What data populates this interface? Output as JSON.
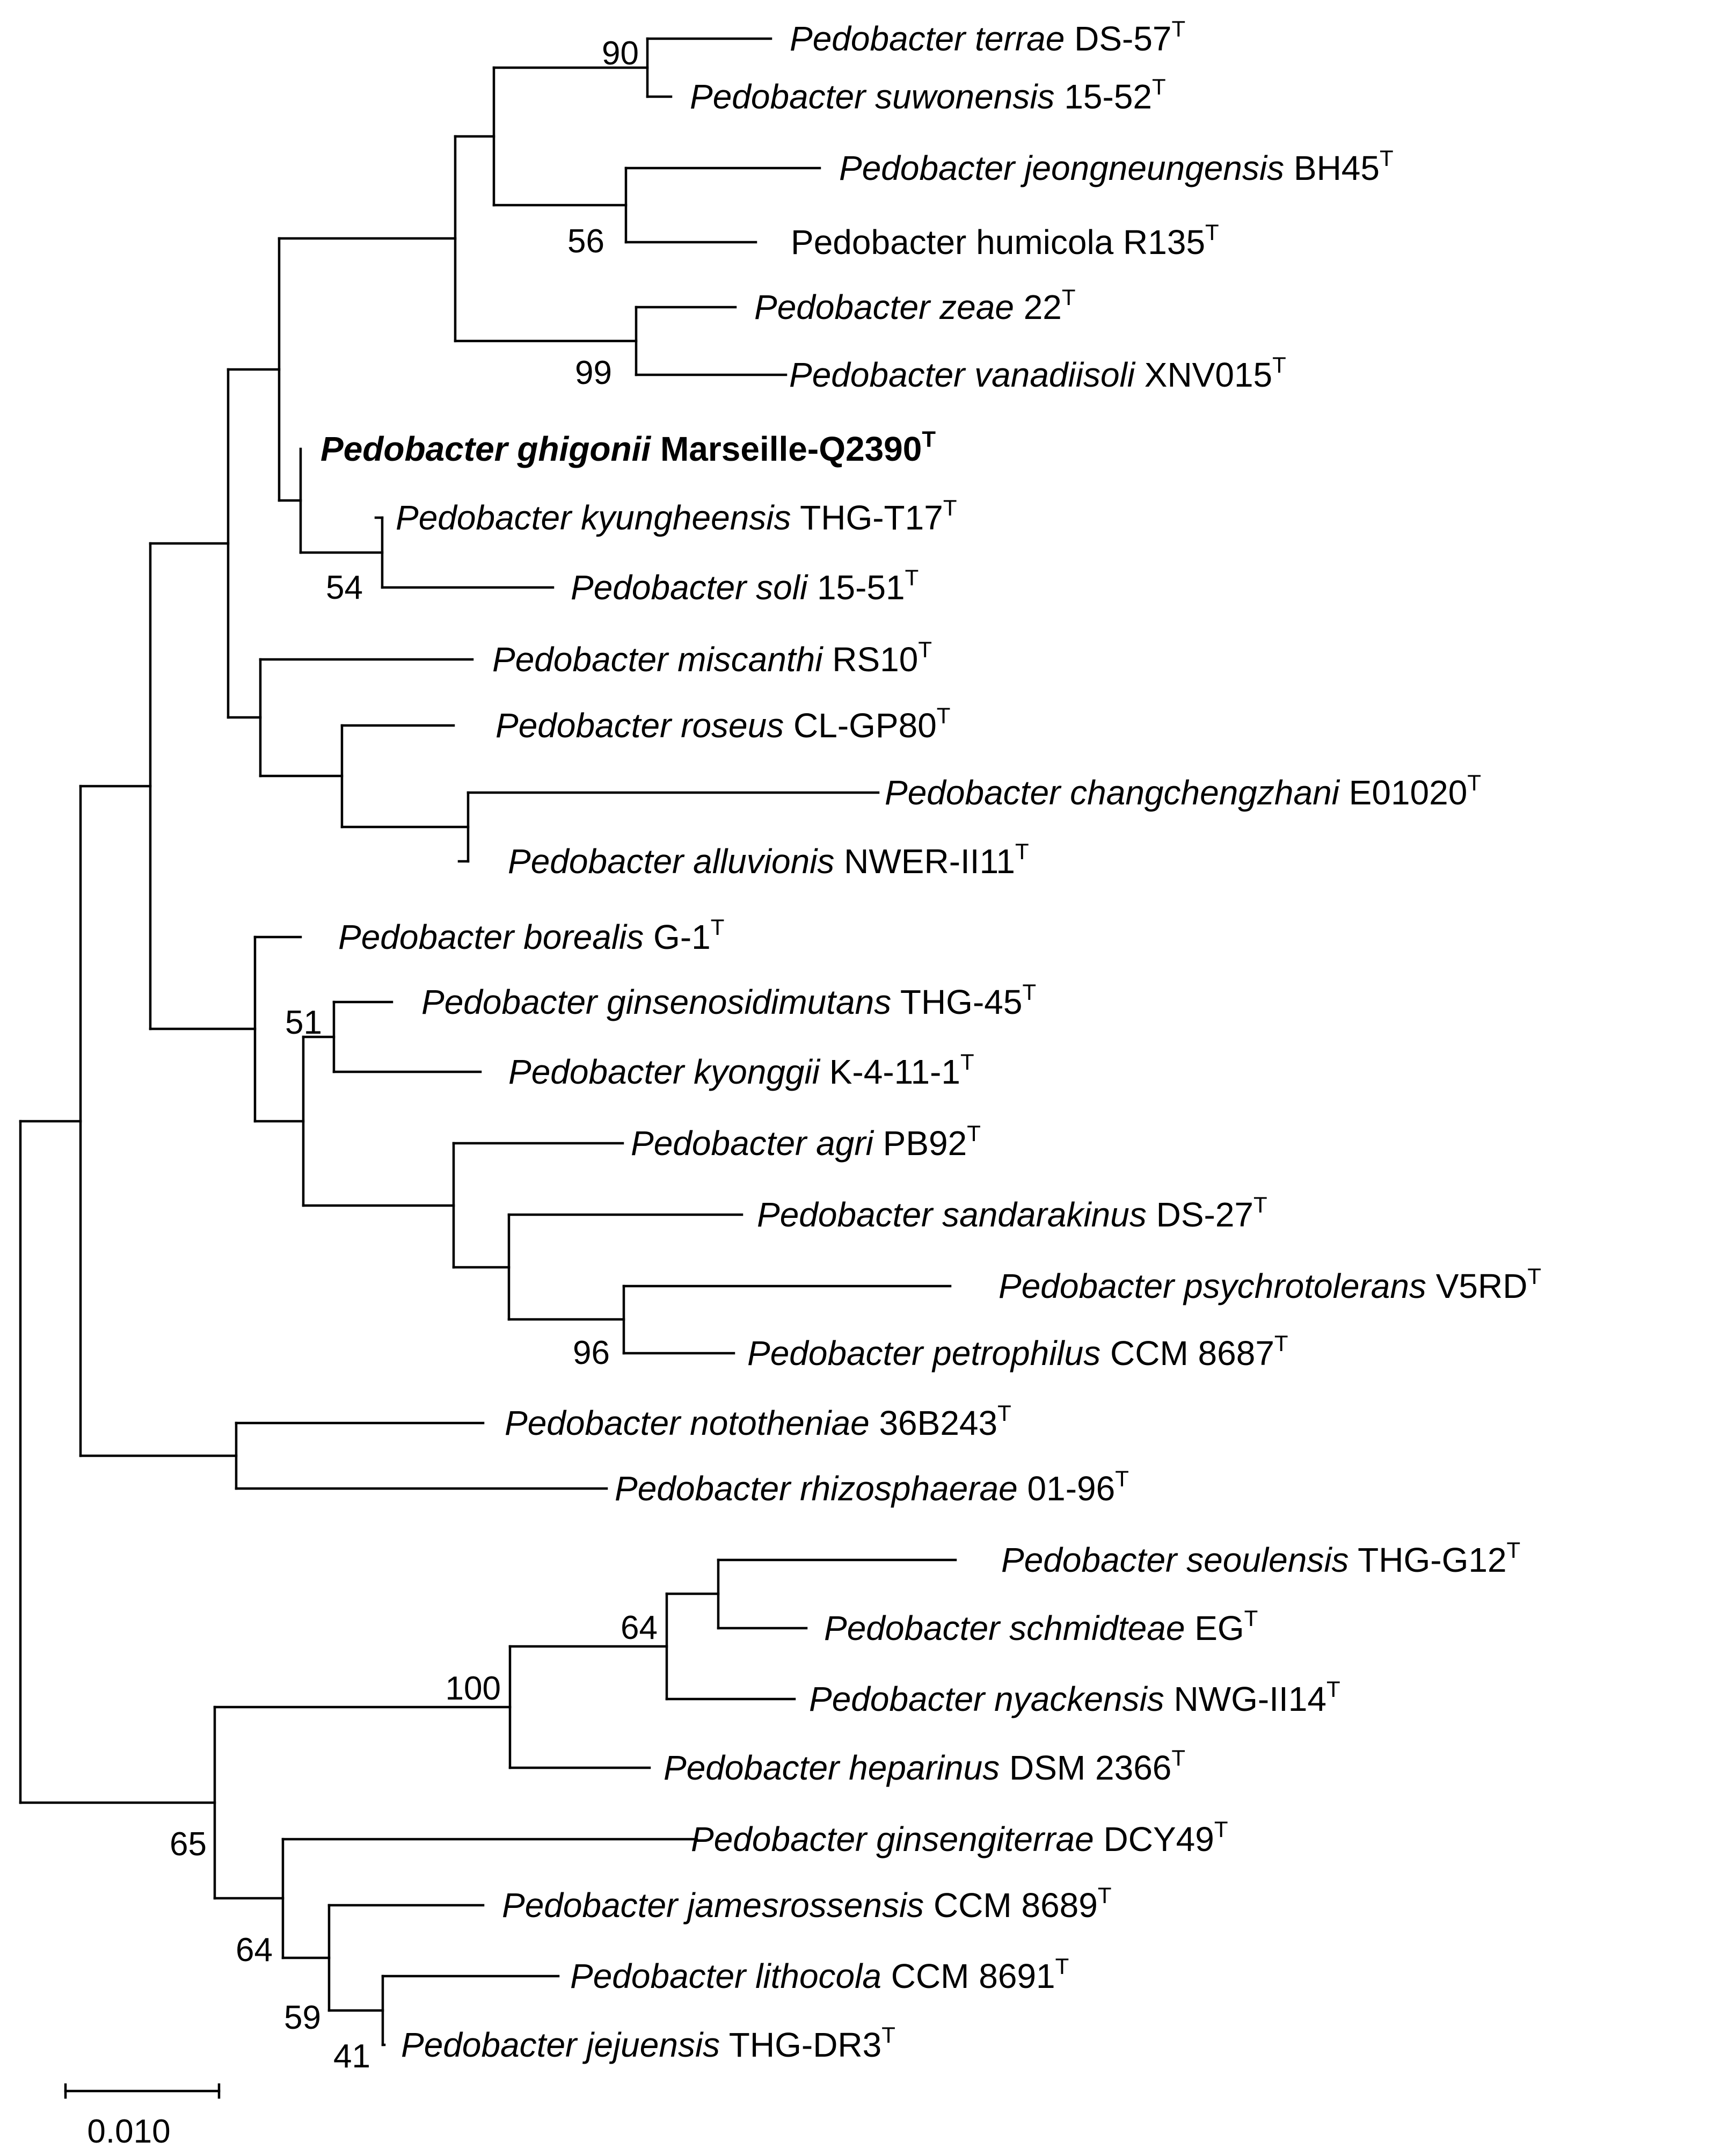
{
  "tree": {
    "leaves": [
      {
        "name": "Pedobacter terrae",
        "strain": "DS-57",
        "type": "T"
      },
      {
        "name": "Pedobacter suwonensis",
        "strain": "15-52",
        "type": "T"
      },
      {
        "name": "Pedobacter jeongneungensis",
        "strain": "BH45",
        "type": "T"
      },
      {
        "name": "Pedobacter humicola",
        "strain": "R135",
        "type": "T",
        "roman": true
      },
      {
        "name": "Pedobacter zeae",
        "strain": "22",
        "type": "T"
      },
      {
        "name": "Pedobacter vanadiisoli",
        "strain": "XNV015",
        "type": "T"
      },
      {
        "name": "Pedobacter ghigonii",
        "strain": "Marseille-Q2390",
        "type": "T",
        "highlight": true
      },
      {
        "name": "Pedobacter kyungheensis",
        "strain": "THG-T17",
        "type": "T"
      },
      {
        "name": "Pedobacter soli",
        "strain": "15-51",
        "type": "T"
      },
      {
        "name": "Pedobacter miscanthi",
        "strain": "RS10",
        "type": "T"
      },
      {
        "name": "Pedobacter roseus",
        "strain": "CL-GP80",
        "type": "T"
      },
      {
        "name": "Pedobacter changchengzhani",
        "strain": "E01020",
        "type": "T"
      },
      {
        "name": "Pedobacter alluvionis",
        "strain": "NWER-II11",
        "type": "T"
      },
      {
        "name": "Pedobacter borealis",
        "strain": "G-1",
        "type": "T"
      },
      {
        "name": "Pedobacter ginsenosidimutans",
        "strain": "THG-45",
        "type": "T"
      },
      {
        "name": "Pedobacter kyonggii",
        "strain": "K-4-11-1",
        "type": "T"
      },
      {
        "name": "Pedobacter agri",
        "strain": "PB92",
        "type": "T"
      },
      {
        "name": "Pedobacter sandarakinus",
        "strain": "DS-27",
        "type": "T"
      },
      {
        "name": "Pedobacter psychrotolerans",
        "strain": "V5RD",
        "type": "T"
      },
      {
        "name": "Pedobacter petrophilus",
        "strain": "CCM 8687",
        "type": "T"
      },
      {
        "name": "Pedobacter nototheniae",
        "strain": "36B243",
        "type": "T"
      },
      {
        "name": "Pedobacter rhizosphaerae",
        "strain": "01-96",
        "type": "T"
      },
      {
        "name": "Pedobacter seoulensis",
        "strain": "THG-G12",
        "type": "T"
      },
      {
        "name": "Pedobacter schmidteae",
        "strain": "EG",
        "type": "T"
      },
      {
        "name": "Pedobacter nyackensis",
        "strain": "NWG-II14",
        "type": "T"
      },
      {
        "name": "Pedobacter heparinus",
        "strain": "DSM 2366",
        "type": "T"
      },
      {
        "name": "Pedobacter ginsengiterrae",
        "strain": "DCY49",
        "type": "T"
      },
      {
        "name": "Pedobacter jamesrossensis",
        "strain": "CCM 8689",
        "type": "T"
      },
      {
        "name": "Pedobacter lithocola",
        "strain": "CCM 8691",
        "type": "T"
      },
      {
        "name": "Pedobacter jejuensis",
        "strain": "THG-DR3",
        "type": "T"
      }
    ],
    "bootstrap_values": [
      "90",
      "56",
      "99",
      "54",
      "51",
      "96",
      "100",
      "64",
      "65",
      "64",
      "59",
      "41"
    ],
    "scale_bar": {
      "label": "0.010"
    }
  }
}
